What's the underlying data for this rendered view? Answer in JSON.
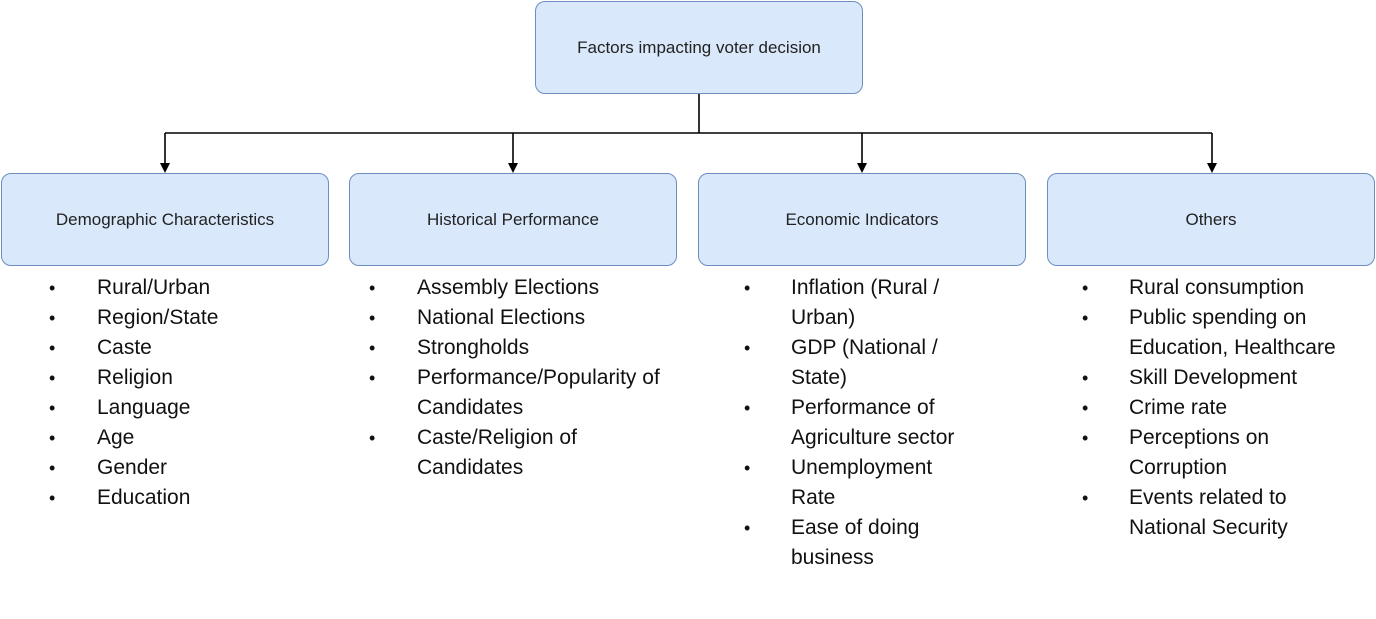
{
  "root": {
    "label": "Factors impacting voter decision"
  },
  "categories": [
    {
      "label": "Demographic Characteristics",
      "items": [
        "Rural/Urban",
        "Region/State",
        "Caste",
        "Religion",
        "Language",
        "Age",
        "Gender",
        "Education"
      ]
    },
    {
      "label": "Historical Performance",
      "items": [
        "Assembly Elections",
        "National Elections",
        "Strongholds",
        "Performance/Popularity of Candidates",
        "Caste/Religion of Candidates"
      ]
    },
    {
      "label": "Economic Indicators",
      "items": [
        "Inflation (Rural / Urban)",
        "GDP (National / State)",
        "Performance of Agriculture sector",
        "Unemployment Rate",
        "Ease of doing business"
      ]
    },
    {
      "label": "Others",
      "items": [
        "Rural consumption",
        "Public spending on Education, Healthcare",
        "Skill Development",
        "Crime rate",
        "Perceptions on Corruption",
        "Events related to National Security"
      ]
    }
  ],
  "bullet_glyph": "•",
  "colors": {
    "box_fill": "#dae8fc",
    "box_border": "#6c8ebf",
    "connector": "#000000"
  }
}
